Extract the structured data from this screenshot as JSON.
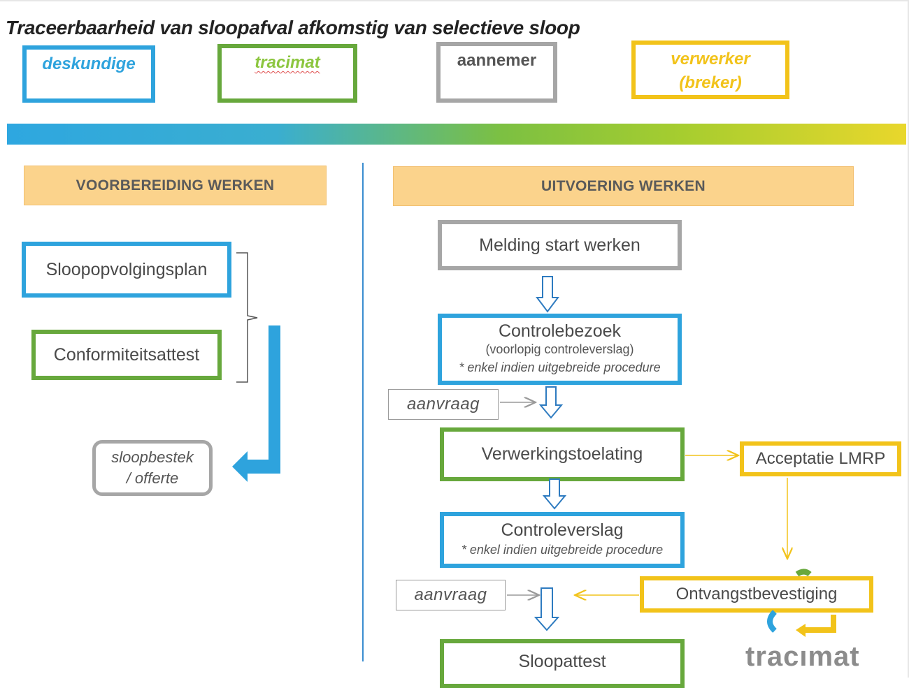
{
  "title": "Traceerbaarheid van sloopafval afkomstig van selectieve sloop",
  "legend": {
    "deskundige": "deskundige",
    "tracimat": "tracimat",
    "aannemer": "aannemer",
    "verwerker_line1": "verwerker",
    "verwerker_line2": "(breker)"
  },
  "sections": {
    "preparation": "VOORBEREIDING WERKEN",
    "execution": "UITVOERING WERKEN"
  },
  "preparation": {
    "sloopopvolgingsplan": "Sloopopvolgingsplan",
    "conformiteitsattest": "Conformiteitsattest",
    "sloopbestek_line1": "sloopbestek",
    "sloopbestek_line2": "/ offerte"
  },
  "execution": {
    "melding": "Melding start werken",
    "controlebezoek": "Controlebezoek",
    "controlebezoek_sub": "(voorlopig controleverslag)",
    "controlebezoek_note": "* enkel indien uitgebreide procedure",
    "aanvraag_1": "aanvraag",
    "verwerkingstoelating": "Verwerkingstoelating",
    "acceptatie": "Acceptatie LMRP",
    "controleverslag": "Controleverslag",
    "controleverslag_note": "* enkel indien uitgebreide procedure",
    "aanvraag_2": "aanvraag",
    "ontvangstbevestiging": "Ontvangstbevestiging",
    "sloopattest": "Sloopattest"
  },
  "logo": "tracımat",
  "colors": {
    "deskundige": "#2ea3dd",
    "tracimat": "#67a83c",
    "aannemer": "#a6a6a6",
    "verwerker": "#f2c31a",
    "section_header": "#fbd38c"
  }
}
